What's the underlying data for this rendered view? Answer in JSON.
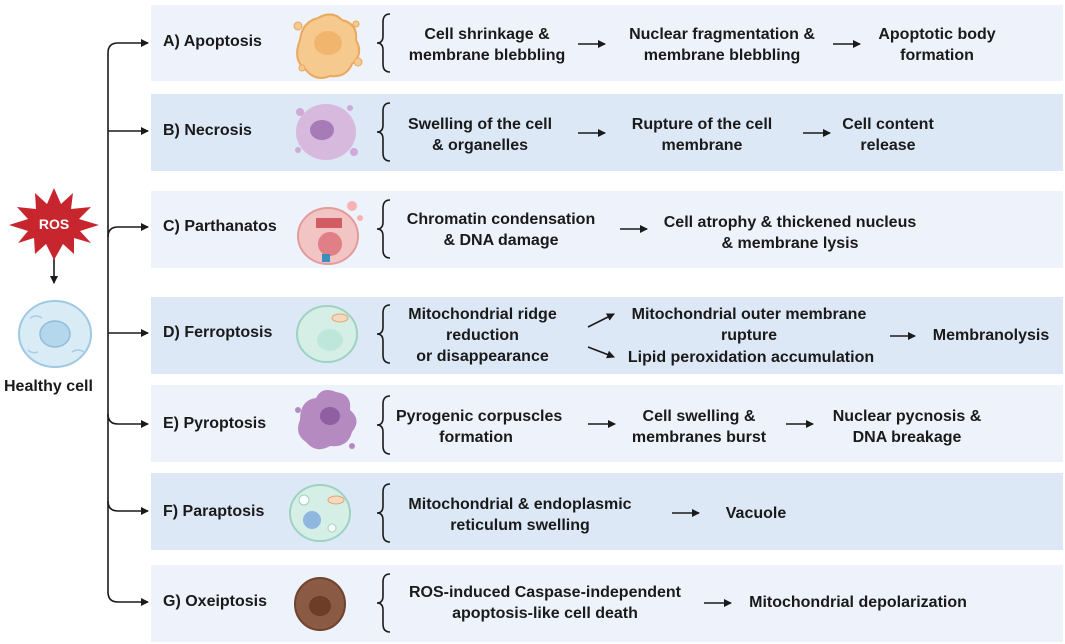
{
  "ros_label": "ROS",
  "healthy_cell_label": "Healthy cell",
  "pathways": [
    {
      "label": "A) Apoptosis",
      "steps": [
        "Cell shrinkage &\nmembrane blebbling",
        "Nuclear fragmentation &\nmembrane blebbling",
        "Apoptotic body\nformation"
      ]
    },
    {
      "label": "B) Necrosis",
      "steps": [
        "Swelling of the cell\n& organelles",
        "Rupture of the cell\nmembrane",
        "Cell content\nrelease"
      ]
    },
    {
      "label": "C) Parthanatos",
      "steps": [
        "Chromatin condensation\n& DNA damage",
        "Cell atrophy & thickened nucleus\n& membrane lysis"
      ]
    },
    {
      "label": "D) Ferroptosis",
      "steps": [
        "Mitochondrial ridge\nreduction\nor disappearance",
        "Mitochondrial outer membrane\nrupture",
        "Lipid peroxidation accumulation",
        "Membranolysis"
      ]
    },
    {
      "label": "E) Pyroptosis",
      "steps": [
        "Pyrogenic corpuscles\nformation",
        "Cell swelling &\nmembranes burst",
        "Nuclear pycnosis &\nDNA breakage"
      ]
    },
    {
      "label": "F) Paraptosis",
      "steps": [
        "Mitochondrial & endoplasmic\nreticulum swelling",
        "Vacuole"
      ]
    },
    {
      "label": "G) Oxeiptosis",
      "steps": [
        "ROS-induced Caspase-independent\napoptosis-like cell death",
        "Mitochondrial depolarization"
      ]
    }
  ],
  "colors": {
    "row_light": "#eef2fa",
    "row_dark": "#dde8f7",
    "ros": "#c8262e",
    "text": "#1a1a1a"
  }
}
